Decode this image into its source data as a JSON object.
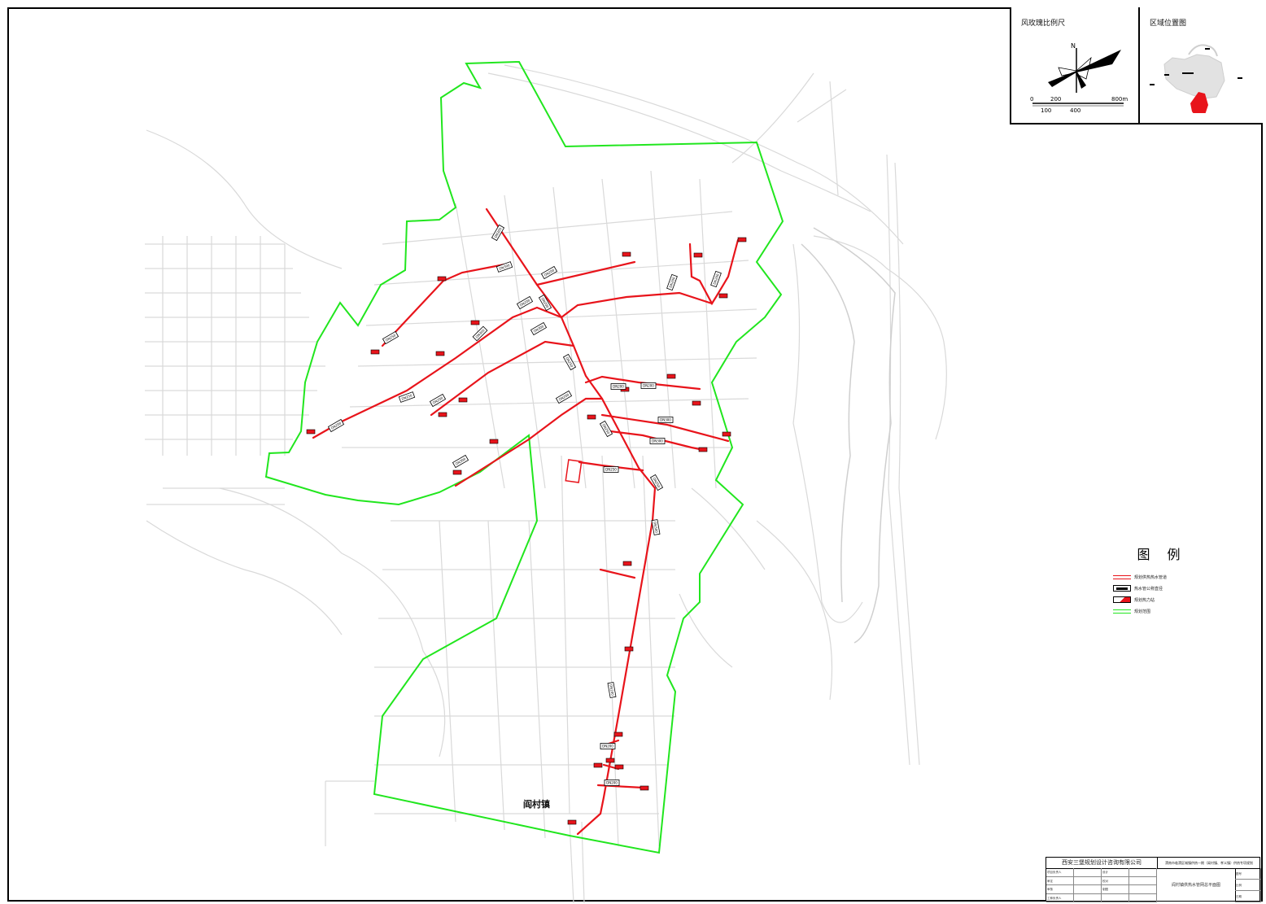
{
  "map": {
    "town_label": "阎村镇",
    "pipe_labels": [
      "DN300",
      "DN300",
      "DN250",
      "DN200",
      "DN200",
      "DN300",
      "DN200",
      "DN300",
      "DN250",
      "DN250",
      "DN200",
      "DN200",
      "DN200",
      "DN300",
      "DN250",
      "DN200",
      "DN200",
      "DN300",
      "DN300",
      "DN250",
      "DN250",
      "DN200",
      "DN200",
      "DN300",
      "DN200",
      "DN200",
      "DN200"
    ],
    "colors": {
      "heating_pipe": "#e8141b",
      "planning_boundary": "#21e61e",
      "base_roads": "#d6d6d6",
      "frame": "#000000"
    }
  },
  "inset_wind": {
    "title": "风玫瑰比例尺",
    "north": "N",
    "scale_ticks_top": [
      "0",
      "200",
      "800m"
    ],
    "scale_ticks_bottom": [
      "100",
      "400"
    ]
  },
  "inset_location": {
    "title": "区域位置图"
  },
  "legend": {
    "title": "图 例",
    "items": [
      {
        "label": "规划供热热水管道",
        "icon": "red-double-line"
      },
      {
        "label": "热水管公称直径",
        "icon": "pipe-diameter-tag"
      },
      {
        "label": "规划热力站",
        "icon": "heat-station"
      },
      {
        "label": "规划范围",
        "icon": "green-boundary-line"
      }
    ]
  },
  "title_block": {
    "company": "西安三堡规划设计咨询有限公司",
    "project": "渭南市临渭区城镇供热一期（阎村镇、孝义镇）供热专项规划",
    "drawing": "阎村镇供热水管网总平面图",
    "left_cells": [
      "项目负责人",
      "审定",
      "审核",
      "工种负责人"
    ],
    "mid_cells": [
      "设计",
      "校对",
      "制图",
      ""
    ],
    "right_cells": [
      "图号",
      "比例",
      "日期"
    ]
  }
}
